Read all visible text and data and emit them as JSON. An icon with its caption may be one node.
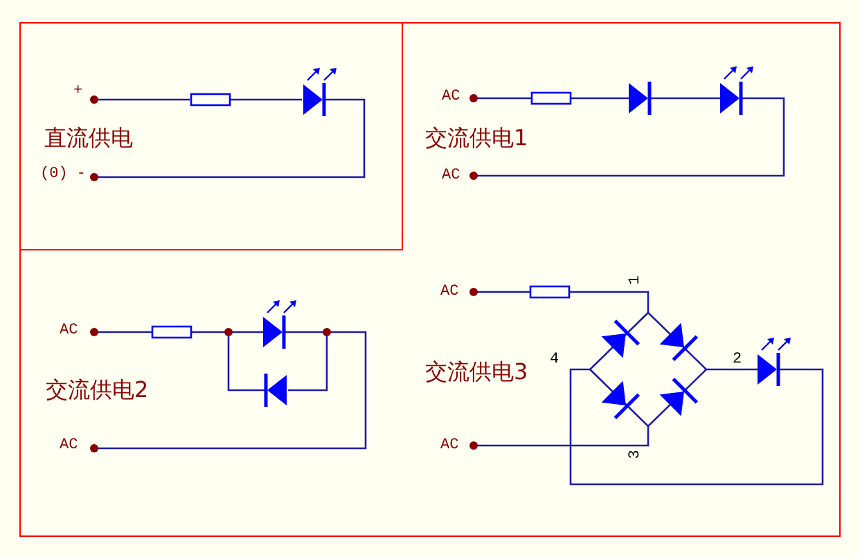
{
  "diagram": {
    "labels": [
      "+",
      "直流供电",
      "(0) -",
      "AC",
      "交流供电1",
      "AC",
      "AC",
      "交流供电2",
      "AC",
      "AC",
      "1",
      "4",
      "交流供电3",
      "2",
      "AC",
      "3"
    ]
  }
}
